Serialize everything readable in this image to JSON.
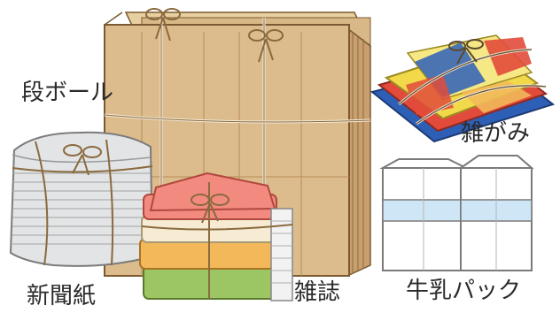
{
  "labels": {
    "cardboard": "段ボール",
    "mixed_paper": "雑がみ",
    "newspaper": "新聞紙",
    "magazine": "雑誌",
    "milk_carton": "牛乳パック"
  },
  "colors": {
    "cardboard": "#d9b98a",
    "cardboard_dark": "#b88d57",
    "twine": "#8a6a3e",
    "newspaper": "#e6e8ea",
    "magazine_pink": "#f28a80",
    "magazine_cream": "#f7ecd3",
    "magazine_orange": "#f2b85a",
    "magazine_green": "#9cc664",
    "carton_band": "#cfe6f6",
    "mixed_blue": "#2e5fb7",
    "mixed_red": "#e24b3b",
    "mixed_yellow": "#f2d94a"
  }
}
